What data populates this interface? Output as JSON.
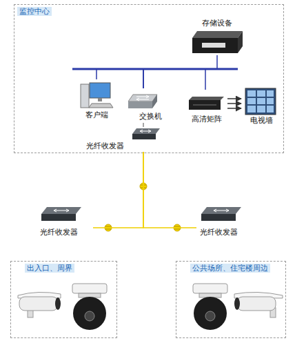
{
  "diagram": {
    "nodes": [
      {
        "text": [
          "监控中心"
        ]
      },
      {
        "text": [
          "存储设备"
        ],
        "in": 0
      },
      {
        "text": [
          "客户端"
        ],
        "in": 0
      },
      {
        "text": [
          "交换机"
        ],
        "in": 0
      },
      {
        "text": [
          "高清矩阵"
        ],
        "in": 0
      },
      {
        "text": [
          "电视墙"
        ],
        "in": 0
      },
      {
        "text": [
          "光纤收发器"
        ],
        "in": 0
      },
      {
        "text": [
          "光纤收发器"
        ]
      },
      {
        "text": [
          "出入口、周界"
        ]
      },
      {
        "text": [
          "光纤收发器"
        ]
      },
      {
        "text": [
          "公共场所、住宅楼周边"
        ]
      }
    ],
    "edges": [
      {
        "from": 3,
        "to": 1,
        "arrow": "none"
      },
      {
        "from": 3,
        "to": 2,
        "arrow": "none"
      },
      {
        "from": 3,
        "to": 4,
        "arrow": "none"
      },
      {
        "from": 4,
        "to": 5,
        "arrow": "to"
      },
      {
        "from": 3,
        "to": 6,
        "arrow": "none"
      },
      {
        "from": 6,
        "to": 7,
        "arrow": "none"
      },
      {
        "from": 6,
        "to": 9,
        "arrow": "none"
      }
    ]
  }
}
